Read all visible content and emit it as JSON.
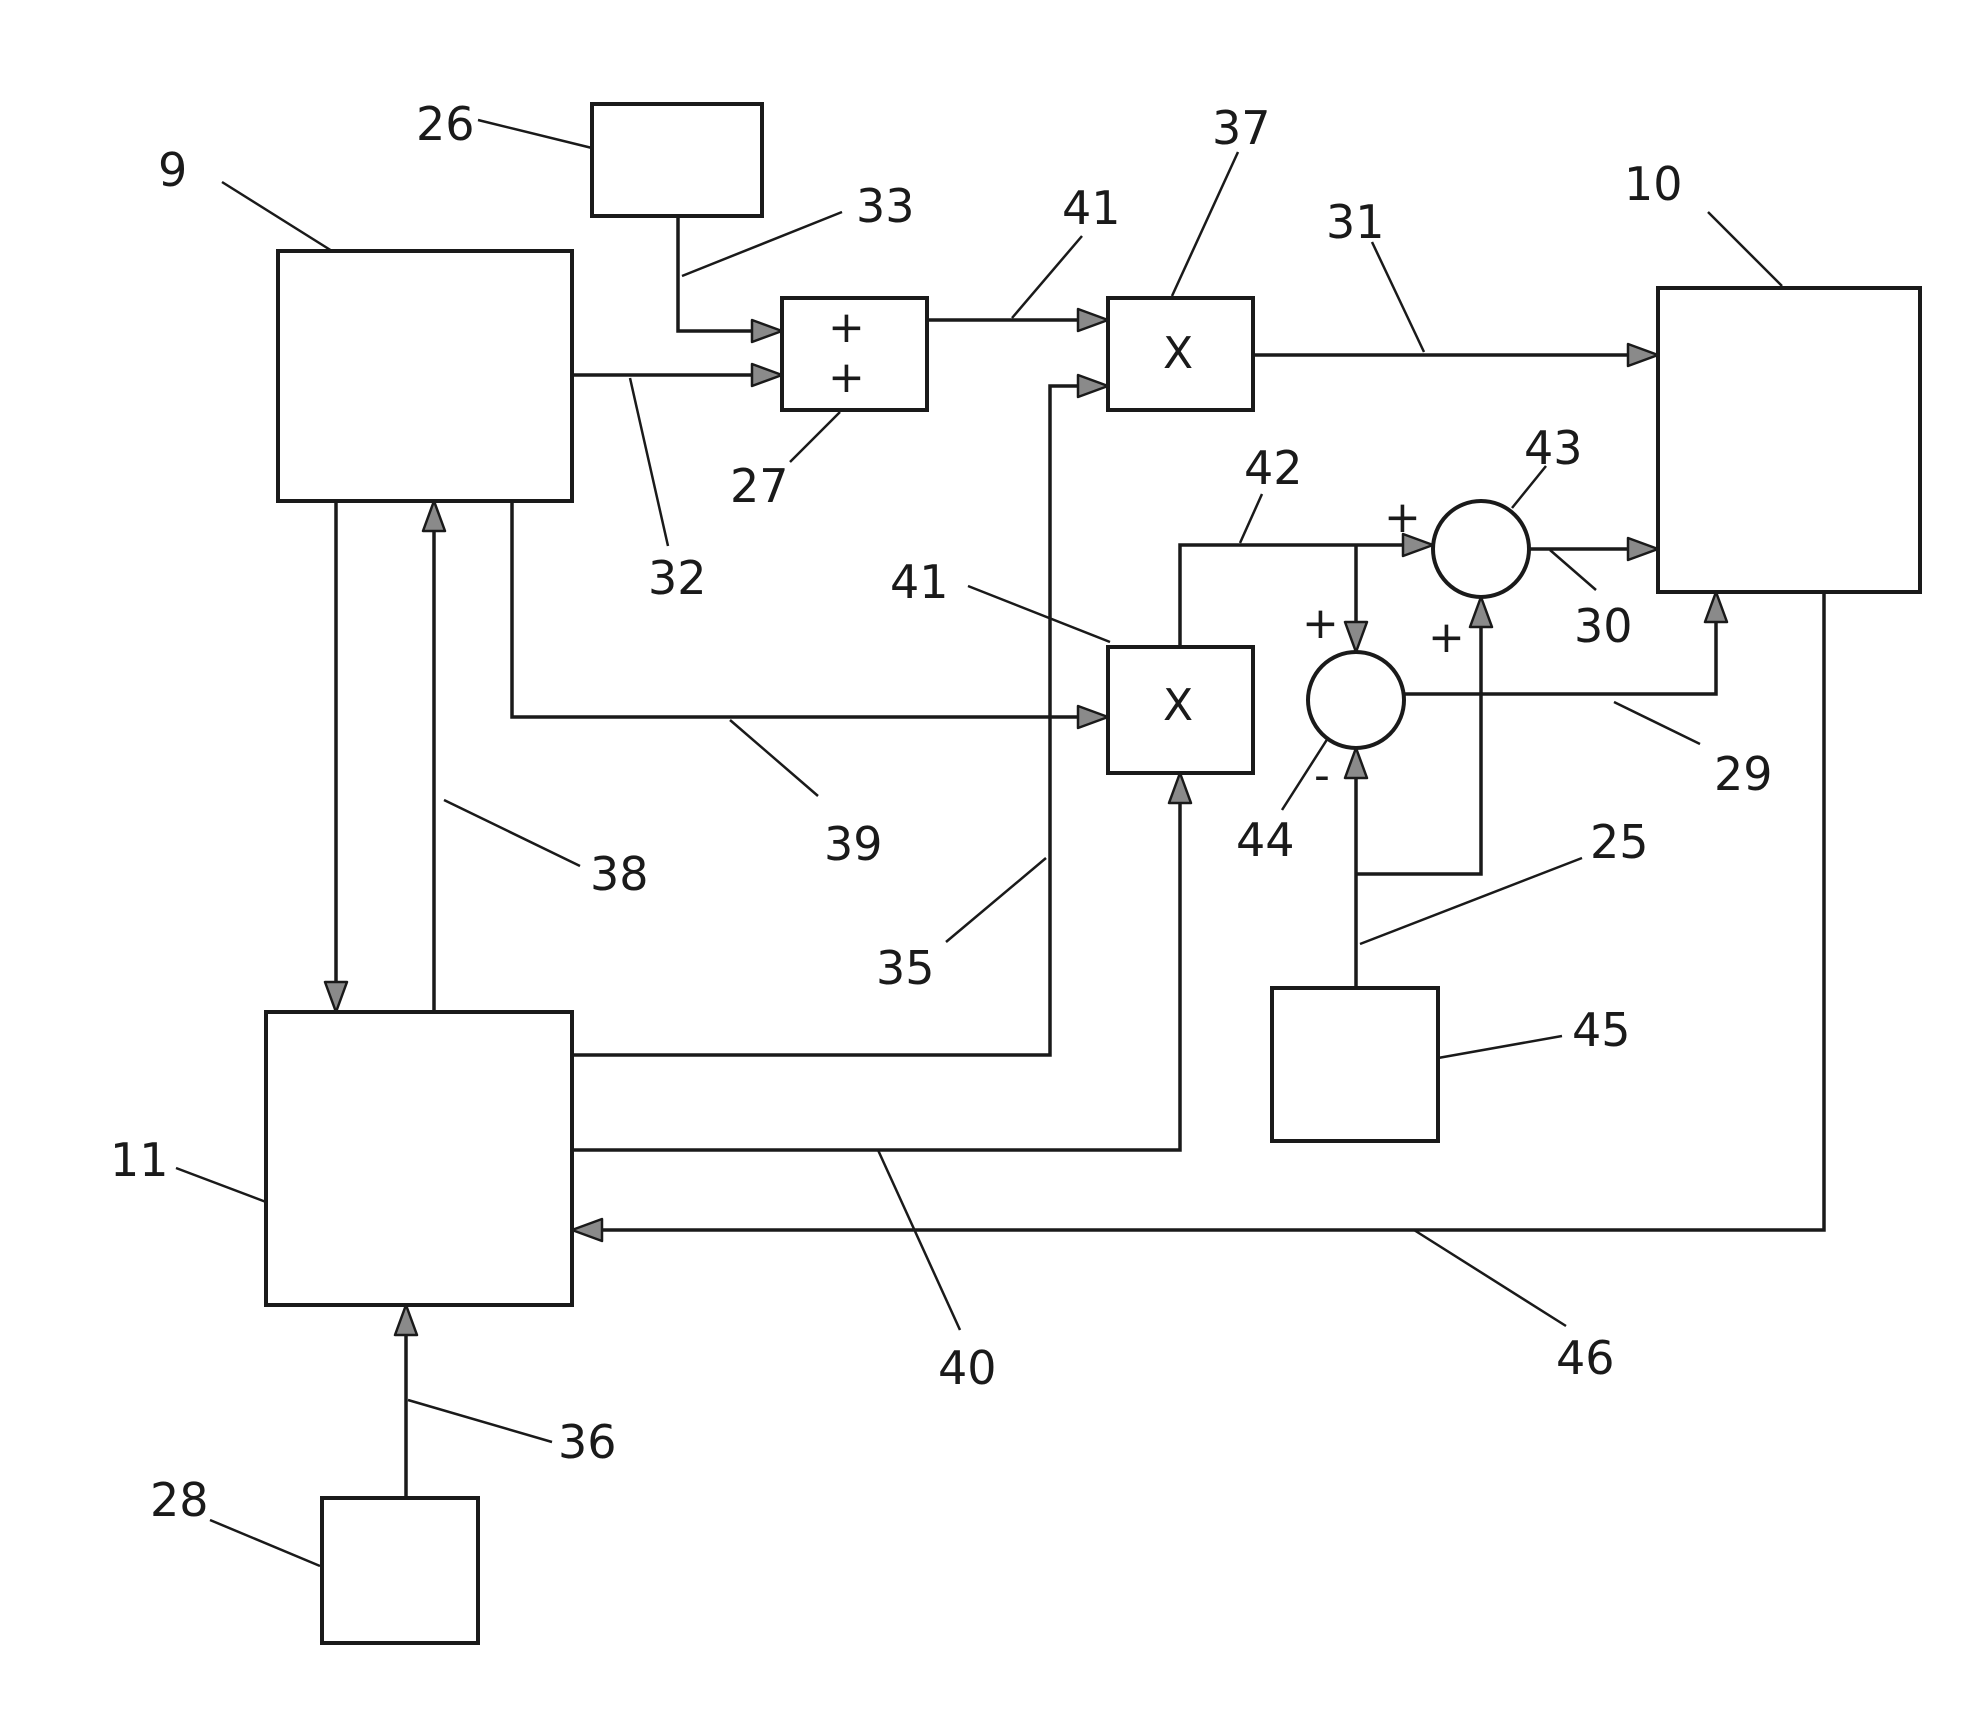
{
  "labels": {
    "r9": "9",
    "r10": "10",
    "r11": "11",
    "r25": "25",
    "r26": "26",
    "r27": "27",
    "r28": "28",
    "r29": "29",
    "r30": "30",
    "r31": "31",
    "r32": "32",
    "r33": "33",
    "r35": "35",
    "r36": "36",
    "r37": "37",
    "r38": "38",
    "r39": "39",
    "r40": "40",
    "r41a": "41",
    "r41b": "41",
    "r42": "42",
    "r43": "43",
    "r44": "44",
    "r45": "45",
    "r46": "46"
  },
  "operators": {
    "adder_top": "+",
    "adder_bottom": "+",
    "multiplier_top": "X",
    "multiplier_bottom": "X",
    "sum43_in1": "+",
    "sum43_in2": "+",
    "sum44_in1": "+",
    "sum44_in2": "-"
  }
}
